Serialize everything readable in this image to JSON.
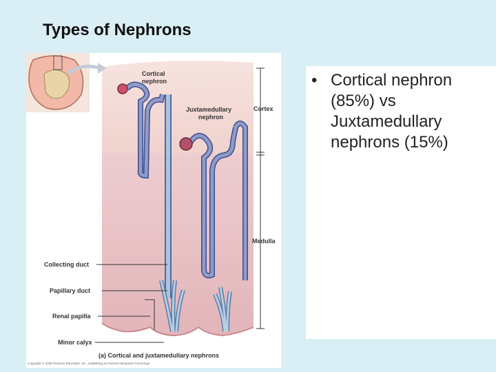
{
  "slide": {
    "title": "Types of Nephrons",
    "bullet": "Cortical nephron (85%)  vs Juxtamedullary nephrons (15%)"
  },
  "figure": {
    "labels": {
      "cortical_nephron": [
        "Cortical",
        "nephron"
      ],
      "juxtamedullary_nephron": [
        "Juxtamedullary",
        "nephron"
      ],
      "cortex": "Cortex",
      "medulla": "Medulla",
      "collecting_duct": "Collecting duct",
      "papillary_duct": "Papillary duct",
      "renal_papilla": "Renal papilla",
      "minor_calyx": "Minor calyx",
      "caption": "(a) Cortical and juxtamedullary nephrons",
      "copyright": "Copyright © 2009 Pearson Education, Inc., publishing as Pearson Benjamin Cummings."
    }
  },
  "colors": {
    "background": "#d9eef5",
    "cortex": "#f3d9d4",
    "medulla": "#e8c3c6",
    "tubule": "#8f9cc8",
    "tubule_outline": "#3c4c8c",
    "glomerulus": "#d0506a",
    "duct": "#a9c6dc"
  }
}
